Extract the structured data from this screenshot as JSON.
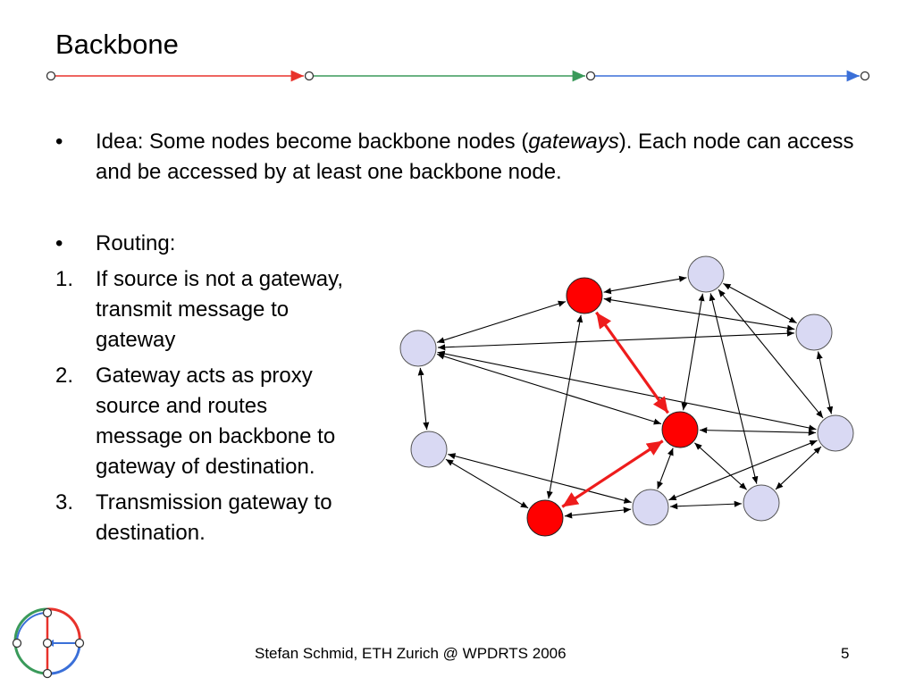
{
  "slide": {
    "title": "Backbone",
    "idea": {
      "bullet": "•",
      "text_before": "Idea: Some nodes become backbone nodes (",
      "text_italic": "gateways",
      "text_after": "). Each node can access and be accessed by at least one backbone node."
    },
    "routing": {
      "bullet": "•",
      "label": "Routing:",
      "steps": [
        {
          "number": "1.",
          "text": "If source is not a gateway, transmit message to gateway"
        },
        {
          "number": "2.",
          "text": "Gateway acts as proxy source and routes message on backbone to gateway of destination."
        },
        {
          "number": "3.",
          "text": "Transmission gateway to destination."
        }
      ]
    },
    "footer": {
      "text": "Stefan Schmid, ETH Zurich @ WPDRTS 2006",
      "page": "5"
    }
  },
  "colors": {
    "gateway": "#ff0000",
    "node": "#d9d9f3",
    "route": "#ee1c1c",
    "bar_red": "#e8322b",
    "bar_green": "#3a9a5a",
    "bar_blue": "#3a6fd8"
  },
  "diagram": {
    "nodes": [
      {
        "id": "n1",
        "type": "node"
      },
      {
        "id": "n2",
        "type": "gateway"
      },
      {
        "id": "n3",
        "type": "node"
      },
      {
        "id": "n4",
        "type": "node"
      },
      {
        "id": "n5",
        "type": "gateway"
      },
      {
        "id": "n6",
        "type": "node"
      },
      {
        "id": "n7",
        "type": "node"
      },
      {
        "id": "n8",
        "type": "gateway"
      },
      {
        "id": "n9",
        "type": "node"
      },
      {
        "id": "n10",
        "type": "node"
      }
    ],
    "edges": [
      [
        "n2",
        "n1"
      ],
      [
        "n2",
        "n3"
      ],
      [
        "n2",
        "n4"
      ],
      [
        "n1",
        "n4"
      ],
      [
        "n1",
        "n5"
      ],
      [
        "n2",
        "n5"
      ],
      [
        "n1",
        "n7"
      ],
      [
        "n1",
        "n6"
      ],
      [
        "n2",
        "n8"
      ],
      [
        "n3",
        "n4"
      ],
      [
        "n3",
        "n5"
      ],
      [
        "n3",
        "n10"
      ],
      [
        "n3",
        "n6"
      ],
      [
        "n4",
        "n6"
      ],
      [
        "n5",
        "n6"
      ],
      [
        "n5",
        "n10"
      ],
      [
        "n5",
        "n9"
      ],
      [
        "n6",
        "n10"
      ],
      [
        "n6",
        "n9"
      ],
      [
        "n7",
        "n8"
      ],
      [
        "n7",
        "n9"
      ],
      [
        "n8",
        "n9"
      ],
      [
        "n9",
        "n10"
      ]
    ],
    "route": [
      [
        "n2",
        "n5"
      ],
      [
        "n5",
        "n8"
      ]
    ]
  }
}
